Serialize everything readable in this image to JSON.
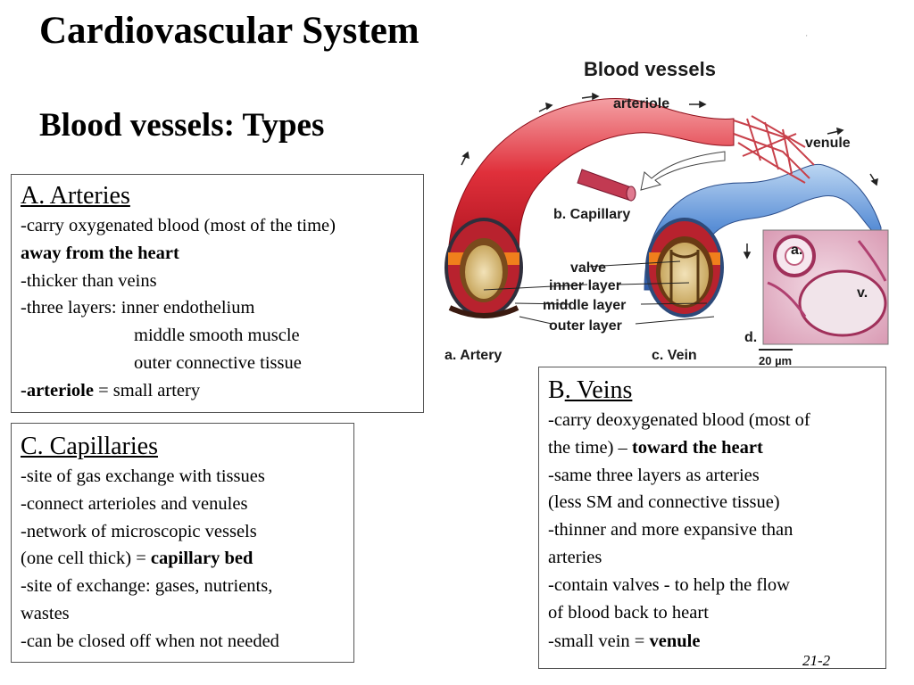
{
  "slide": {
    "title": "Cardiovascular System",
    "subtitle": "Blood vessels: Types",
    "slide_number": "21-2"
  },
  "figure": {
    "title": "Blood vessels",
    "labels": {
      "arteriole": "arteriole",
      "venule": "venule",
      "capillary": "b. Capillary",
      "valve": "valve",
      "inner_layer": "inner layer",
      "middle_layer": "middle layer",
      "outer_layer": "outer layer",
      "artery": "a. Artery",
      "vein": "c. Vein",
      "micro_d": "d.",
      "micro_a": "a.",
      "micro_v": "v.",
      "scale": "20 µm"
    }
  },
  "arteries": {
    "heading": "A. Arteries",
    "line1": "-carry oxygenated blood (most of the time)",
    "line2": "away from the heart",
    "line3": "-thicker than veins",
    "line4": "-three layers: inner endothelium",
    "line5": "middle smooth muscle",
    "line6": "outer connective tissue",
    "line7_bold": "-arteriole",
    "line7_rest": " = small artery"
  },
  "capillaries": {
    "heading": "C. Capillaries",
    "line1": "-site of gas exchange with tissues",
    "line2": "-connect arterioles and venules",
    "line3": "-network of microscopic vessels",
    "line4_pre": "(one cell thick) = ",
    "line4_bold": "capillary bed",
    "line5": "-site of exchange: gases, nutrients,",
    "line6": "wastes",
    "line7": "-can be closed off when not needed"
  },
  "veins": {
    "heading_pre": "B",
    "heading_u": ". Veins",
    "line1": "-carry deoxygenated blood (most of",
    "line2_pre": "the time) – ",
    "line2_bold": "toward the heart",
    "line3": "-same three layers as arteries",
    "line4": "(less SM and connective tissue)",
    "line5": "-thinner and more expansive than",
    "line6": "arteries",
    "line7": "-contain valves - to help the flow",
    "line8": "of blood back to heart",
    "line9_pre": "-small vein = ",
    "line9_bold": "venule"
  }
}
